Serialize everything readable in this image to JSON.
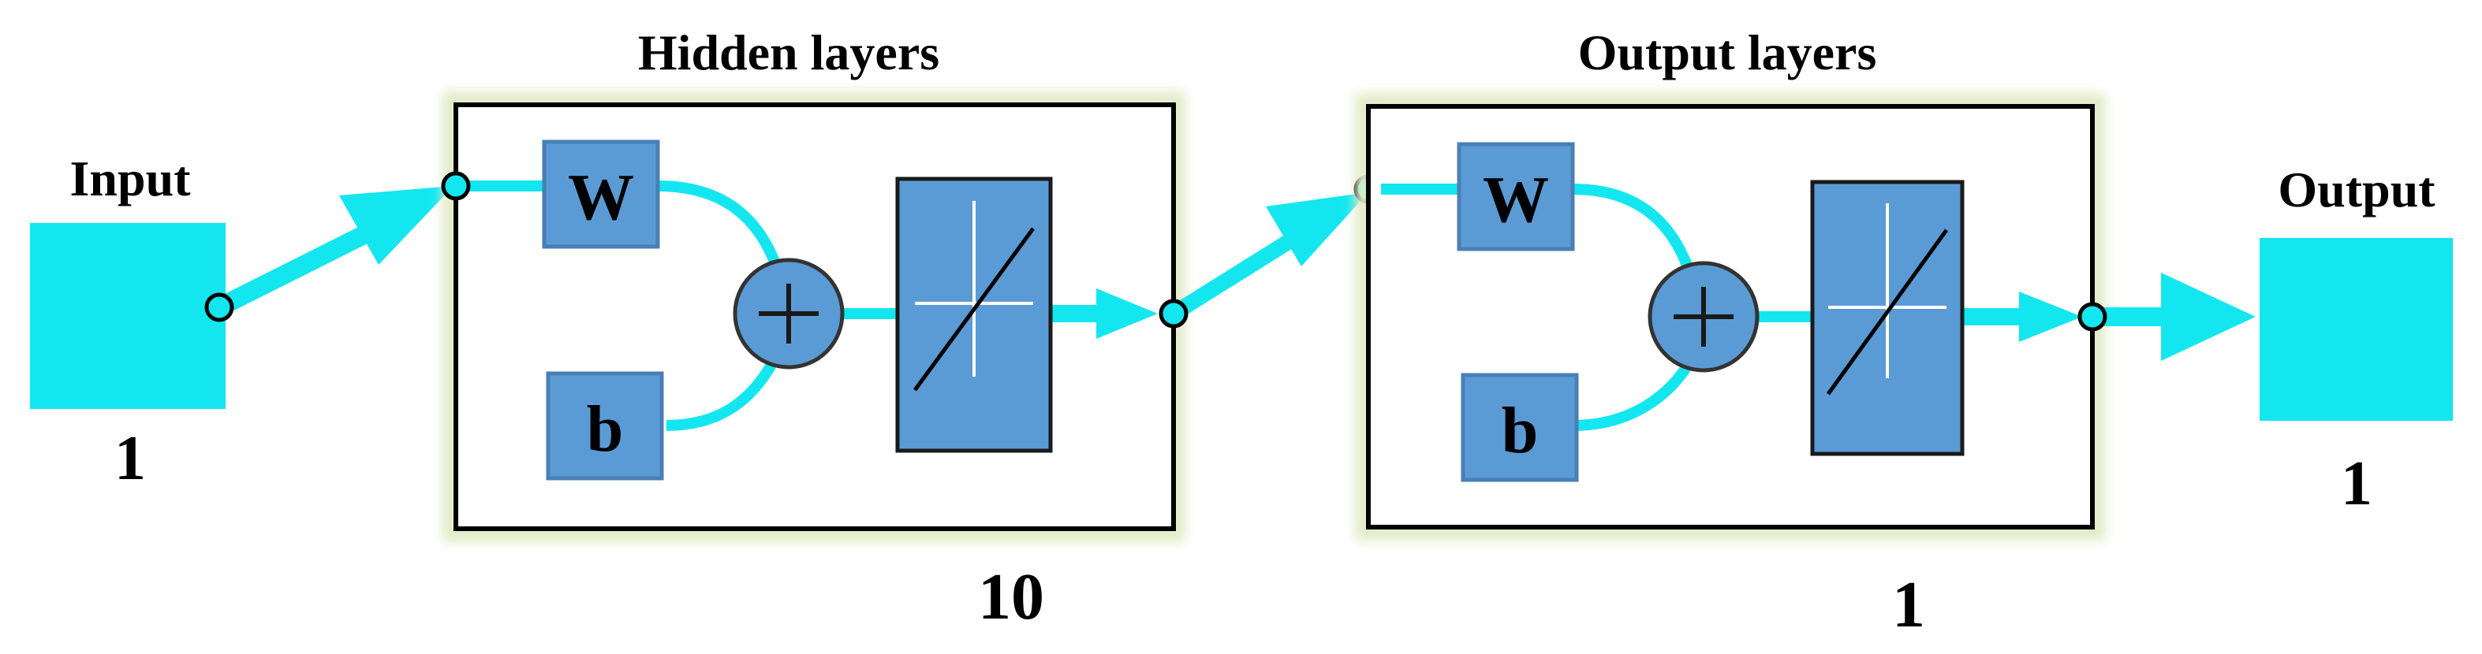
{
  "input": {
    "label": "Input",
    "size": "1"
  },
  "hidden_layer": {
    "title": "Hidden layers",
    "weight_label": "W",
    "bias_label": "b",
    "size": "10"
  },
  "output_layer": {
    "title": "Output layers",
    "weight_label": "W",
    "bias_label": "b",
    "size": "1"
  },
  "output": {
    "label": "Output",
    "size": "1"
  },
  "colors": {
    "signal": "#14E6F0",
    "block_fill": "#5B9BD5",
    "block_stroke": "#4A7FB5",
    "node_stroke": "#000000",
    "layer_border": "#000000",
    "layer_glow": "#E3EBC8"
  },
  "icons": {
    "sum": "plus-circle-icon",
    "activation": "linear-transfer-icon"
  }
}
